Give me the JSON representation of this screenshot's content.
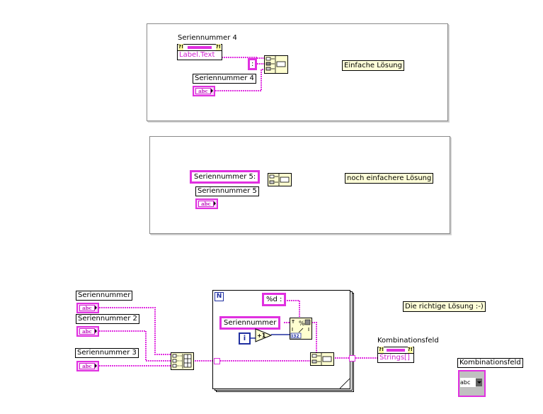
{
  "diagram": {
    "section1": {
      "property_node_label": "Seriennummer 4",
      "property_name": "Label.Text",
      "separator_constant": ":",
      "terminal_label": "Seriennummer 4",
      "terminal_type": "abc",
      "comment": "Einfache Lösung"
    },
    "section2": {
      "label_constant": "Seriennummer 5:",
      "terminal_label": "Seriennummer 5",
      "terminal_type": "abc",
      "comment": "noch einfachere Lösung"
    },
    "section3": {
      "terminals": [
        {
          "label": "Seriennummer",
          "type": "abc"
        },
        {
          "label": "Seriennummer 2",
          "type": "abc"
        },
        {
          "label": "Seriennummer 3",
          "type": "abc"
        }
      ],
      "for_loop": {
        "count_label": "N",
        "iteration_label": "i",
        "format_constant": "%d :",
        "string_constant": "Seriennummer",
        "increment_label": "+1",
        "format_into_string_glyph": "%",
        "int_type": "I32"
      },
      "property_node_label": "Kombinationsfeld",
      "property_name": "Strings[]",
      "comment": "Die richtige Lösung :-)",
      "combobox_terminal_label": "Kombinationsfeld",
      "combobox_terminal_type": "abc"
    },
    "colors": {
      "string_wire": "#e030e0",
      "int_wire": "#2030a0",
      "comment_bg": "#ffffd8",
      "function_bg": "#ffffd0"
    }
  }
}
